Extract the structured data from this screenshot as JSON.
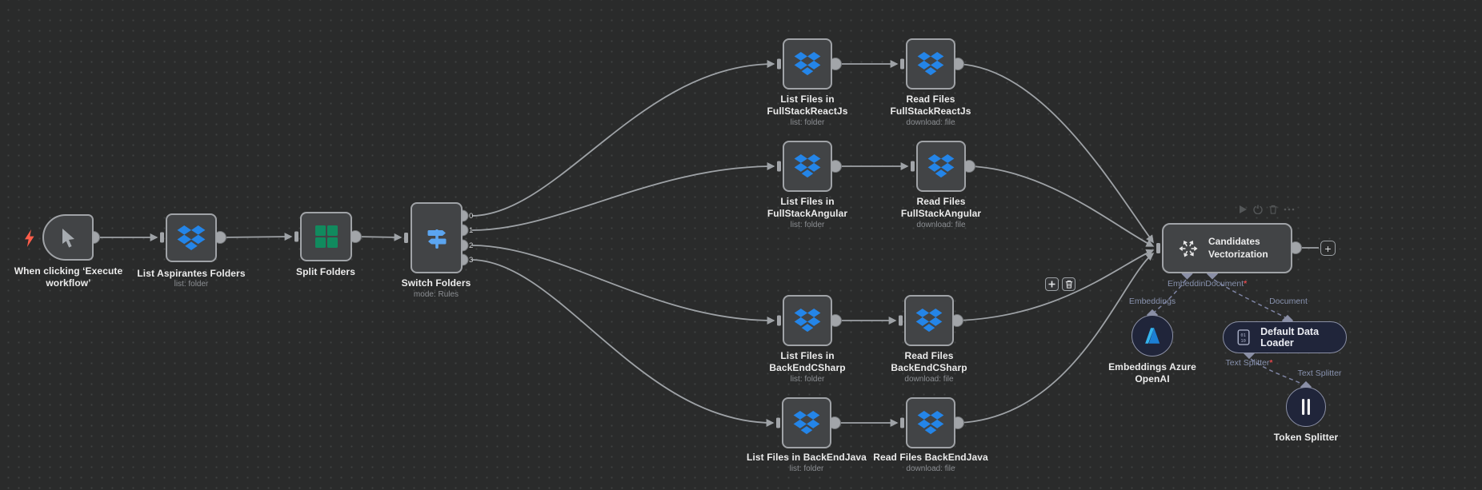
{
  "workflow": {
    "trigger": {
      "label": "When clicking ‘Execute workflow’"
    },
    "list_aspirantes": {
      "label": "List Aspirantes Folders",
      "sublabel": "list: folder"
    },
    "split_folders": {
      "label": "Split Folders"
    },
    "switch_folders": {
      "label": "Switch Folders",
      "sublabel": "mode: Rules",
      "outputs": [
        "0",
        "1",
        "2",
        "3"
      ]
    },
    "branches": [
      {
        "list_label": "List Files in FullStackReactJs",
        "list_sublabel": "list: folder",
        "read_label": "Read Files FullStackReactJs",
        "read_sublabel": "download: file"
      },
      {
        "list_label": "List Files in FullStackAngular",
        "list_sublabel": "list: folder",
        "read_label": "Read Files FullStackAngular",
        "read_sublabel": "download: file"
      },
      {
        "list_label": "List Files in BackEndCSharp",
        "list_sublabel": "list: folder",
        "read_label": "Read Files BackEndCSharp",
        "read_sublabel": "download: file"
      },
      {
        "list_label": "List Files in BackEndJava",
        "list_sublabel": "list: folder",
        "read_label": "Read Files BackEndJava",
        "read_sublabel": "download: file"
      }
    ],
    "vector_store": {
      "label": "Candidates Vectorization",
      "embedding_port_label": "Embeddin",
      "document_port_label": "Document",
      "required_marker": "*"
    },
    "embeddings": {
      "port_label": "Embeddings",
      "label": "Embeddings Azure OpenAI"
    },
    "data_loader": {
      "port_label": "Document",
      "label": "Default Data Loader",
      "splitter_port_label": "Text Splitter",
      "required_marker": "*"
    },
    "token_splitter": {
      "port_label": "Text Splitter",
      "label": "Token Splitter"
    },
    "canvas_toolbar": {
      "plus": "+"
    }
  },
  "colors": {
    "background": "#2a2b2b",
    "node_fill": "#424446",
    "node_border": "#a0a3a7",
    "connector": "#9ea2a6",
    "dropbox_blue": "#2485e8",
    "split_green": "#118a5e",
    "switch_blue": "#5ba5f0",
    "bolt_red": "#ff5d4a",
    "ai_node_fill": "#20253a",
    "ai_dashed": "#7e84a3",
    "port_label": "#8791ad",
    "required_red": "#e0474b"
  }
}
